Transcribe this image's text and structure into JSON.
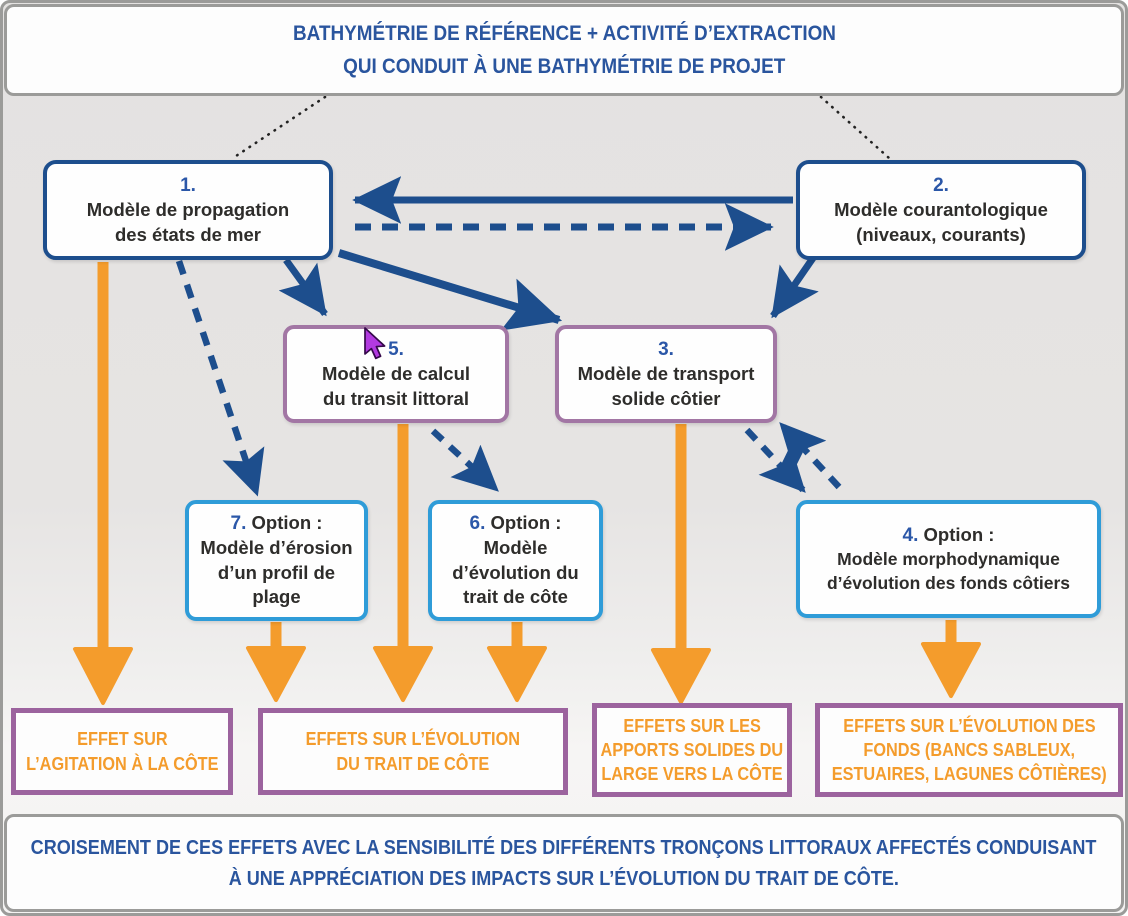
{
  "colors": {
    "navy": "#1d4e8d",
    "banner-blue": "#2a559e",
    "light-blue": "#2f9cd8",
    "purple": "#a276a4",
    "effect-purple": "#9c639e",
    "orange": "#f49c2c",
    "text-dark": "#2e2d2b",
    "frame-gray": "#9b9b99",
    "num-blue": "#2b57a8",
    "cursor-purple": "#b23ae0"
  },
  "top_banner": {
    "line1": "BATHYMÉTRIE DE RÉFÉRENCE + ACTIVITÉ D’EXTRACTION",
    "line2": "QUI CONDUIT À UNE BATHYMÉTRIE DE PROJET"
  },
  "bottom_banner": {
    "line1": "CROISEMENT DE CES EFFETS AVEC LA SENSIBILITÉ DES DIFFÉRENTS TRONÇONS LITTORAUX AFFECTÉS CONDUISANT",
    "line2": "À UNE APPRÉCIATION DES IMPACTS SUR L’ÉVOLUTION DU TRAIT DE CÔTE."
  },
  "models": {
    "m1": {
      "number": "1.",
      "line1": "Modèle de propagation",
      "line2": "des états de mer"
    },
    "m2": {
      "number": "2.",
      "line1": "Modèle courantologique",
      "line2": "(niveaux, courants)"
    },
    "m5": {
      "number": "5.",
      "line1": "Modèle de calcul",
      "line2": "du transit littoral"
    },
    "m3": {
      "number": "3.",
      "line1": "Modèle de transport",
      "line2": "solide côtier"
    },
    "m7": {
      "number": "7.",
      "option": "Option :",
      "line1": "Modèle d’érosion",
      "line2": "d’un profil de",
      "line3": "plage"
    },
    "m6": {
      "number": "6.",
      "option": "Option :",
      "line1": "Modèle",
      "line2": "d’évolution du",
      "line3": "trait de côte"
    },
    "m4": {
      "number": "4.",
      "option": "Option :",
      "line1": "Modèle morphodynamique",
      "line2": "d’évolution des fonds côtiers"
    }
  },
  "effects": {
    "e1": {
      "line1": "EFFET SUR",
      "line2": "L’AGITATION À LA CÔTE"
    },
    "e2": {
      "line1": "EFFETS SUR L’ÉVOLUTION",
      "line2": "DU TRAIT DE CÔTE"
    },
    "e3": {
      "line1": "EFFETS SUR LES",
      "line2": "APPORTS SOLIDES DU",
      "line3": "LARGE VERS LA CÔTE"
    },
    "e4": {
      "line1": "EFFETS SUR L’ÉVOLUTION DES",
      "line2": "FONDS (BANCS SABLEUX,",
      "line3": "ESTUAIRES, LAGUNES CÔTIÈRES)"
    }
  }
}
